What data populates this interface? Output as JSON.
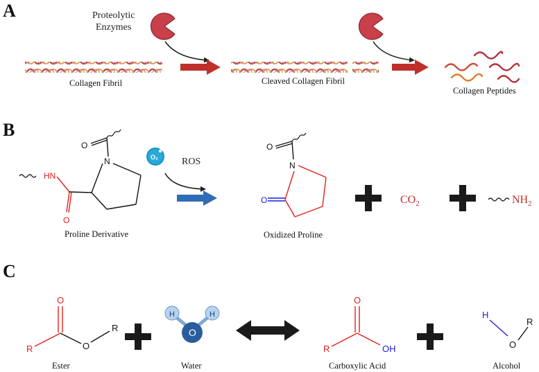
{
  "panels": {
    "a": {
      "letter": "A",
      "enzymes_line1": "Proteolytic",
      "enzymes_line2": "Enzymes",
      "fibril_label": "Collagen Fibril",
      "cleaved_label": "Cleaved Collagen Fibril",
      "peptides_label": "Collagen Peptides"
    },
    "b": {
      "letter": "B",
      "derivative_label": "Proline Derivative",
      "oxidized_label": "Oxidized Proline",
      "ros_label": "ROS",
      "o2_label": "O₂",
      "atom_hn": "HN",
      "atom_n": "N",
      "atom_o": "O",
      "co2": "CO",
      "co2_sub": "2",
      "nh2": "NH",
      "nh2_sub": "2"
    },
    "c": {
      "letter": "C",
      "ester_label": "Ester",
      "water_label": "Water",
      "acid_label": "Carboxylic Acid",
      "alcohol_label": "Alcohol",
      "atom_o": "O",
      "atom_r": "R",
      "atom_h": "H",
      "atom_oh": "OH"
    }
  },
  "colors": {
    "enzyme": "#c7404a",
    "red_arrow": "#c0302b",
    "blue_arrow": "#2f6db5",
    "chem_red": "#e0201a",
    "chem_blue": "#1a1adf",
    "water_dark": "#2a5d9c",
    "water_light": "#b8d3ee"
  },
  "icons": [
    "enzyme-icon",
    "collagen-fibril-icon",
    "peptide-icon",
    "oxygen-radical-icon",
    "plus-icon",
    "double-arrow-icon"
  ]
}
